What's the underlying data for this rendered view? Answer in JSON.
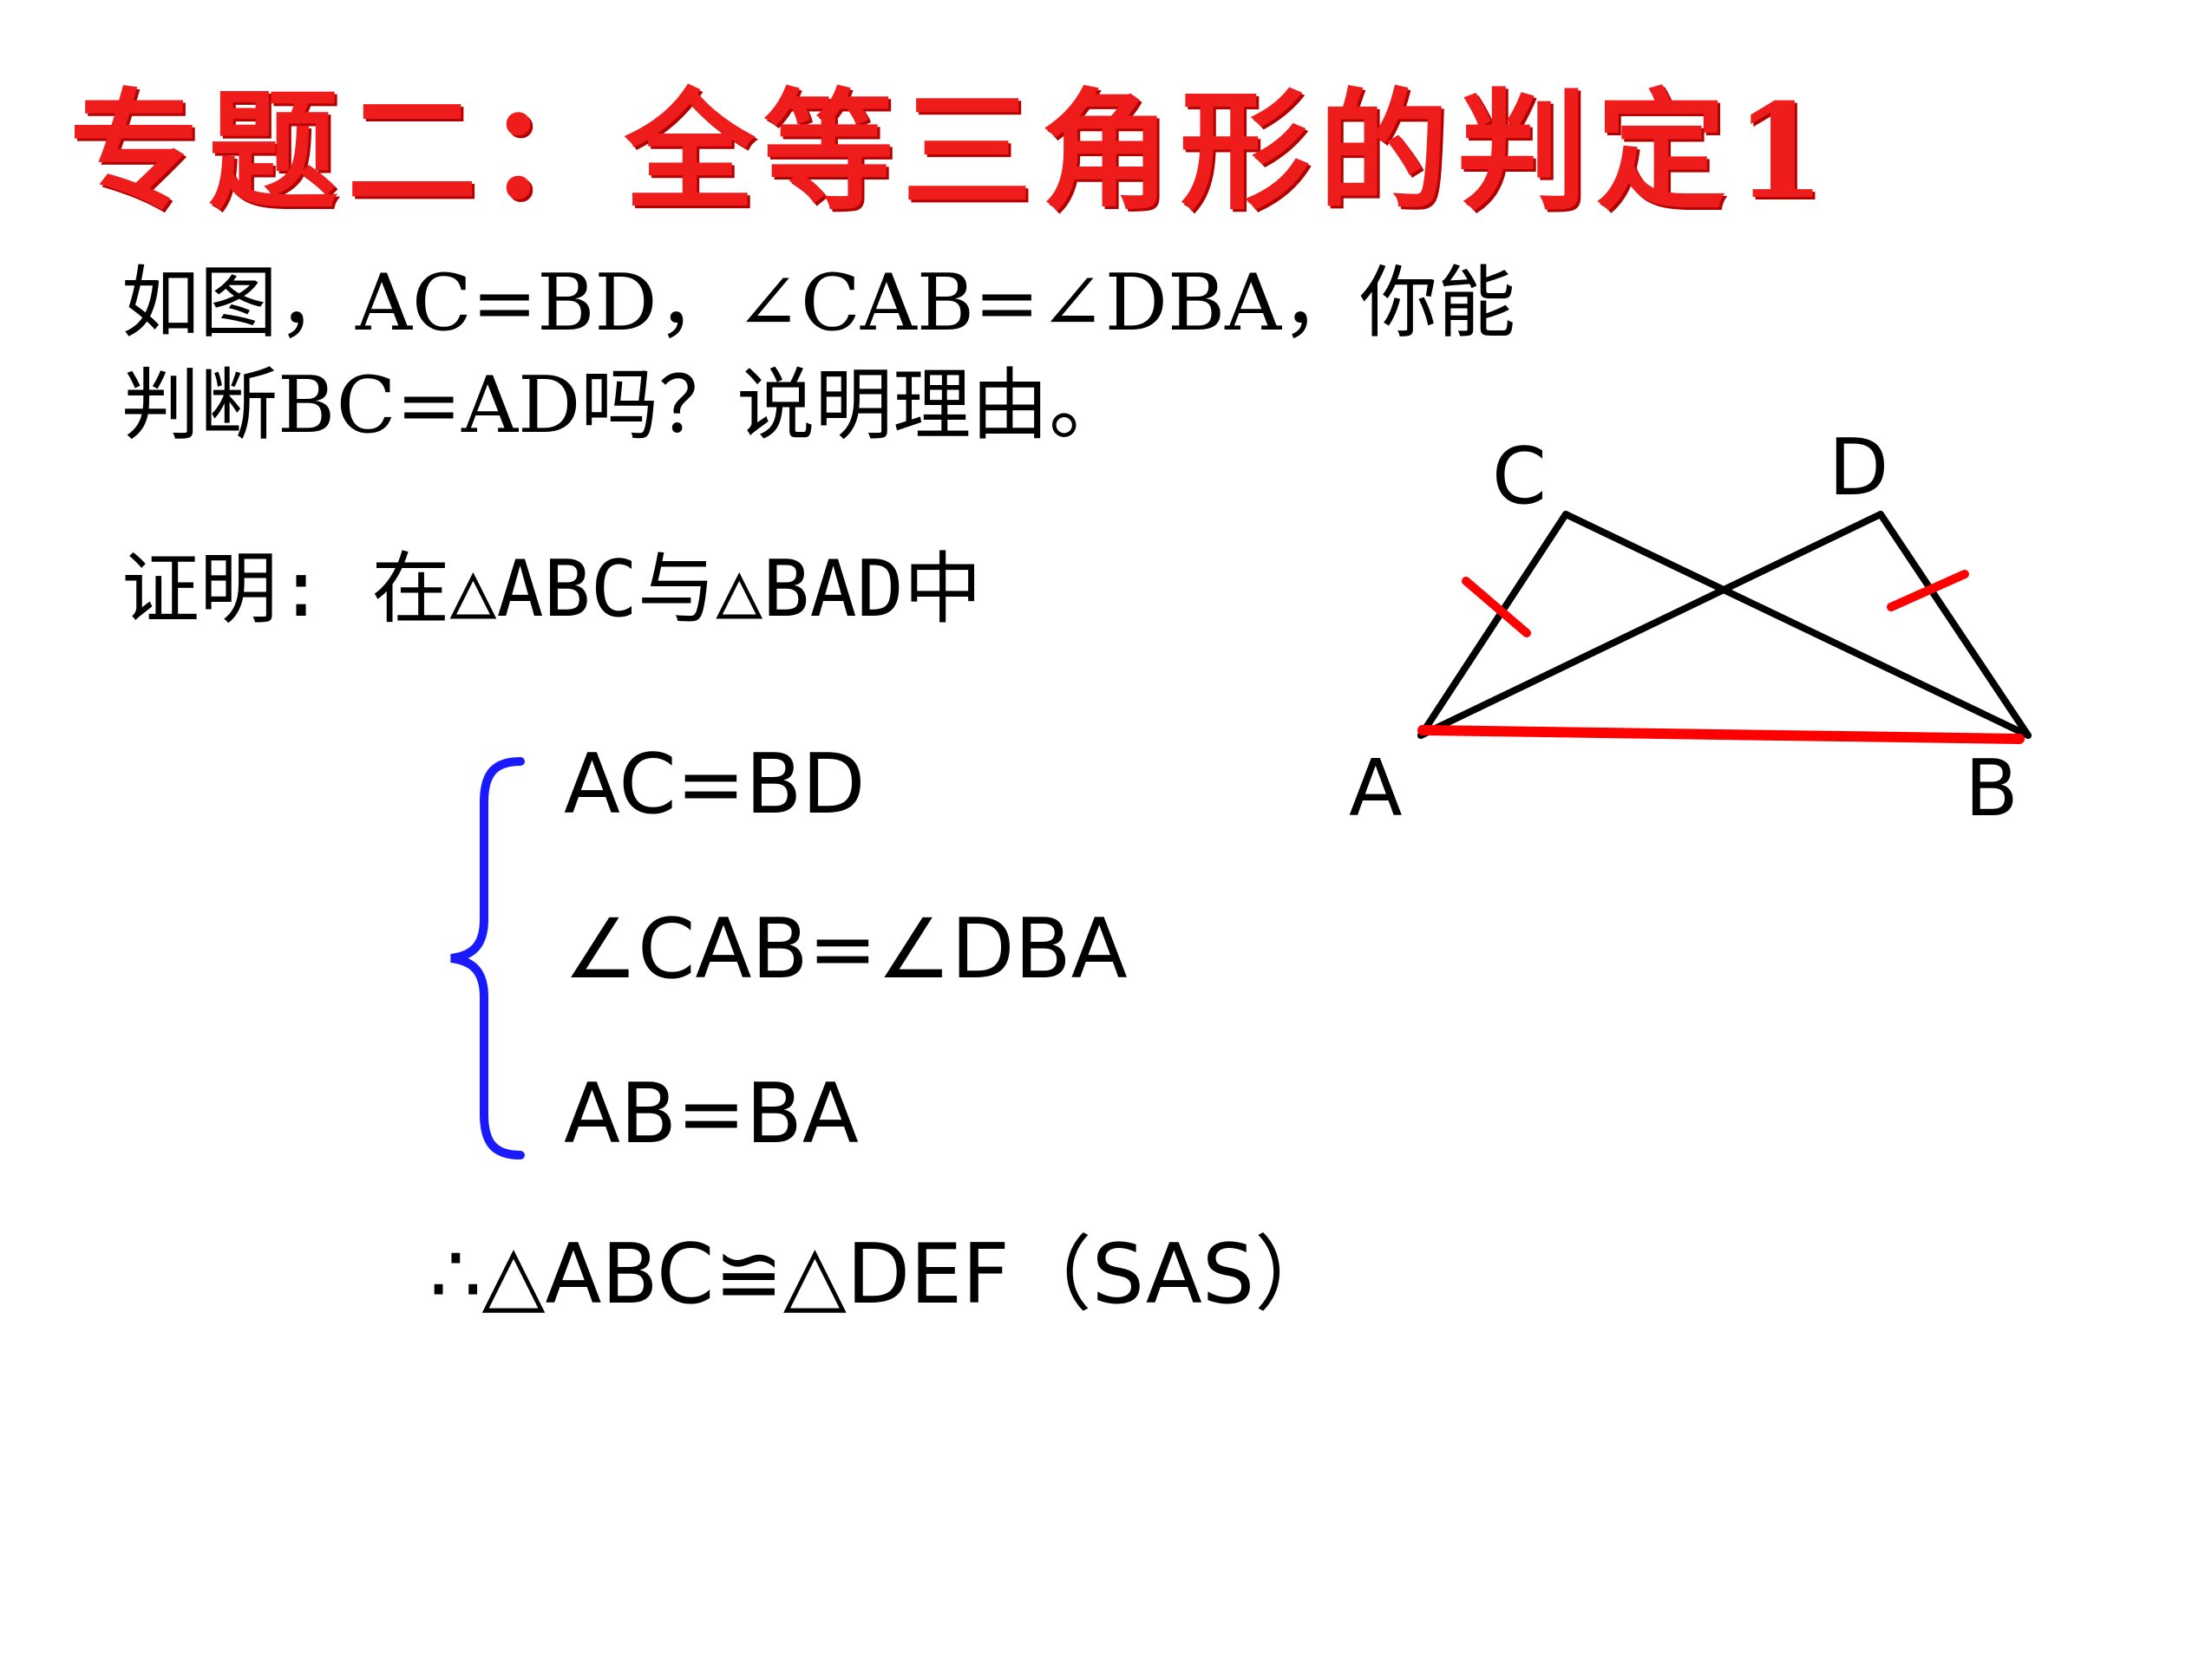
{
  "title": "专题二：全等三角形的判定1",
  "question": {
    "line1": "如图，AC=BD，∠CAB=∠DBA，你能",
    "line2": "判断BC=AD吗？说明理由。"
  },
  "proof": {
    "intro": "证明: 在△ABC与△BAD中",
    "conditions": [
      "AC=BD",
      "∠CAB=∠DBA",
      "AB=BA"
    ],
    "conclusion": "∴△ABC≌△DEF（SAS）"
  },
  "diagram": {
    "labels": {
      "A": "A",
      "B": "B",
      "C": "C",
      "D": "D"
    },
    "colors": {
      "lines": "#000000",
      "highlight": "#ff0000",
      "brace": "#1a1aff"
    }
  },
  "colors": {
    "title": "#ef1c1c",
    "text": "#000000"
  }
}
